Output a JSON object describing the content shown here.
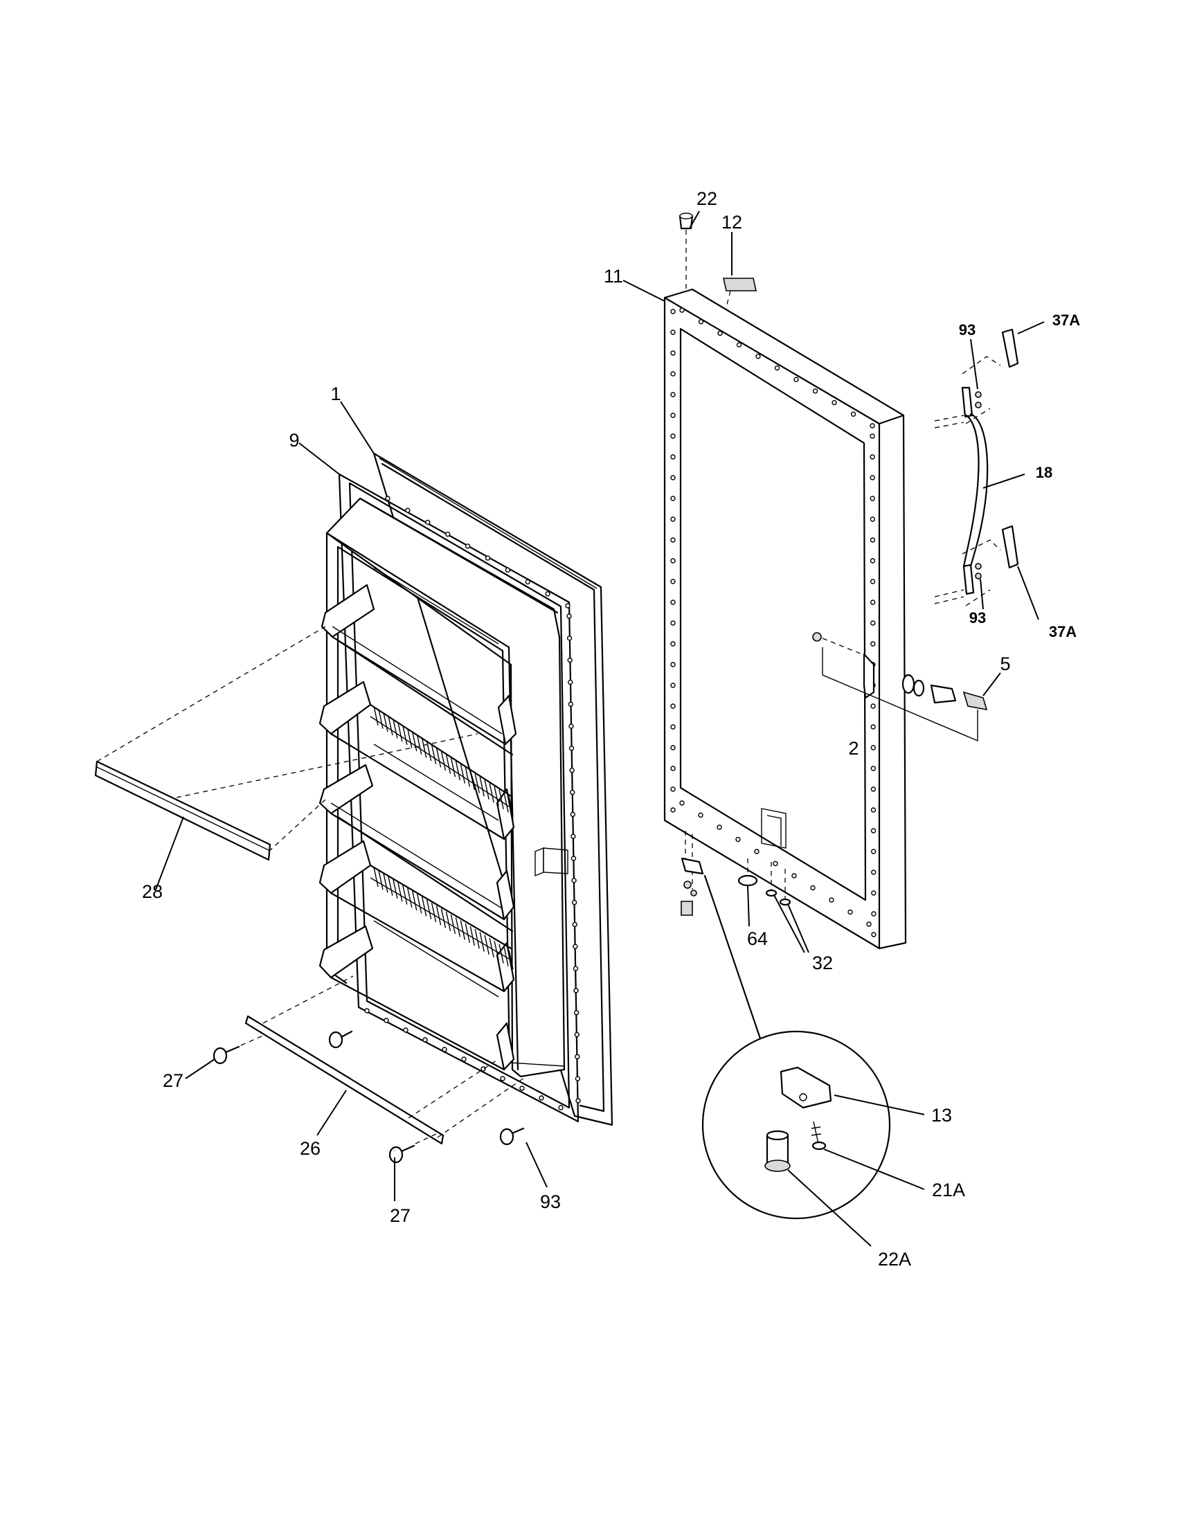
{
  "callouts": {
    "p1": "1",
    "p9": "9",
    "p28": "28",
    "p27a": "27",
    "p27b": "27",
    "p26": "26",
    "p93a": "93",
    "p22": "22",
    "p12": "12",
    "p11": "11",
    "p93b": "93",
    "p37a_top": "37A",
    "p18": "18",
    "p93c": "93",
    "p37a_bot": "37A",
    "p5": "5",
    "p2": "2",
    "p64": "64",
    "p32": "32",
    "p13": "13",
    "p21a": "21A",
    "p22a": "22A"
  }
}
